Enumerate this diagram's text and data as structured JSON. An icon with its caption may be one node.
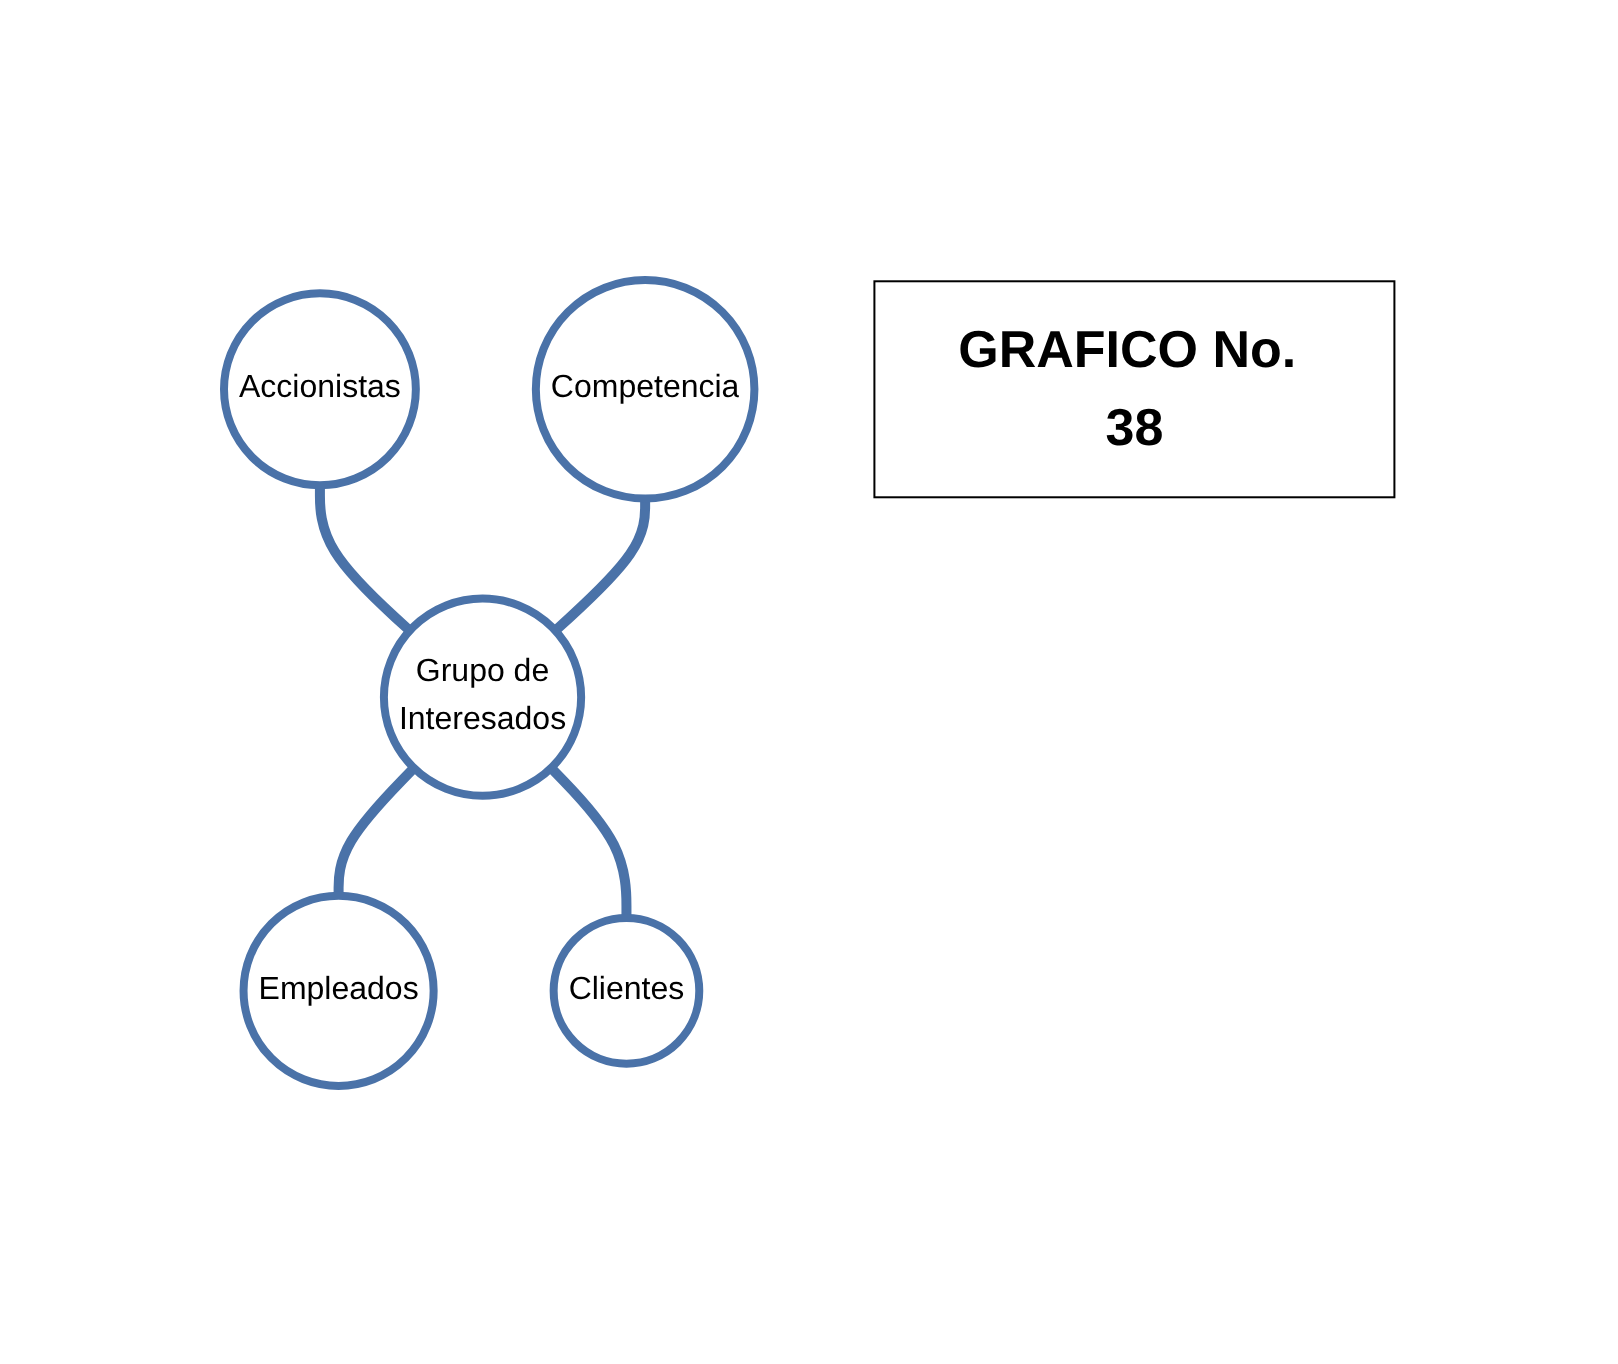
{
  "diagram": {
    "nodes": [
      {
        "text": [
          "Accionistas"
        ]
      },
      {
        "text": [
          "Competencia"
        ]
      },
      {
        "text": [
          "Grupo de Interesados"
        ]
      },
      {
        "text": [
          "Empleados"
        ]
      },
      {
        "text": [
          "Clientes"
        ]
      },
      {
        "text": [
          "GRAFICO No. 38"
        ]
      }
    ],
    "edges": [
      {
        "from": 0,
        "to": 2,
        "arrow": "none"
      },
      {
        "from": 1,
        "to": 2,
        "arrow": "none"
      },
      {
        "from": 2,
        "to": 3,
        "arrow": "none"
      },
      {
        "from": 2,
        "to": 4,
        "arrow": "none"
      }
    ]
  }
}
